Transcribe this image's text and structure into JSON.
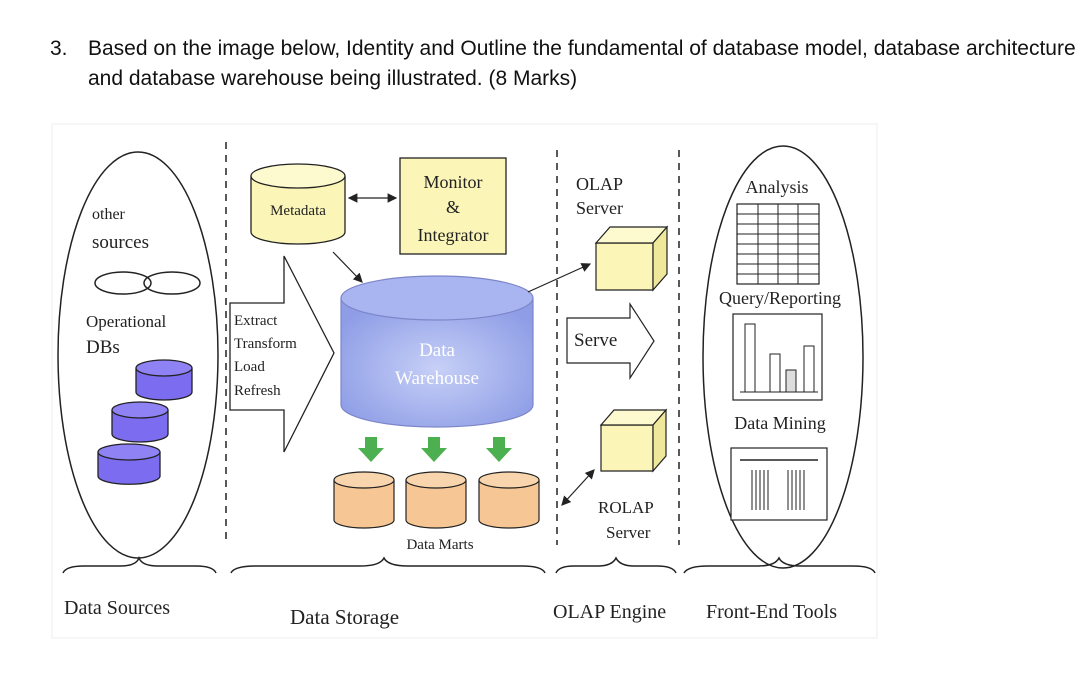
{
  "question": {
    "number": "3.",
    "text": "Based on the image below, Identity and Outline the fundamental of database model, database architecture and database warehouse being illustrated. (8 Marks)"
  },
  "diagram": {
    "sources": {
      "other_line1": "other",
      "other_line2": "sources",
      "operational_line1": "Operational",
      "operational_line2": "DBs"
    },
    "metadata": "Metadata",
    "monitor": [
      "Monitor",
      "&",
      "Integrator"
    ],
    "etl": [
      "Extract",
      "Transform",
      "Load",
      "Refresh"
    ],
    "warehouse": [
      "Data",
      "Warehouse"
    ],
    "data_marts": "Data Marts",
    "olap_server": [
      "OLAP",
      "Server"
    ],
    "serve": "Serve",
    "rolap_server": [
      "ROLAP",
      "Server"
    ],
    "front_end": {
      "analysis": "Analysis",
      "query_reporting": "Query/Reporting",
      "data_mining": "Data Mining"
    },
    "bottom_labels": {
      "data_sources": "Data Sources",
      "data_storage": "Data Storage",
      "olap_engine": "OLAP Engine",
      "front_end_tools": "Front-End Tools"
    },
    "colors": {
      "metadata_fill": "#fbf6b8",
      "monitor_fill": "#fbf6b8",
      "warehouse_fill": "#9aa8ec",
      "operational_db_fill": "#7b6cf0",
      "data_mart_fill": "#f6c794",
      "down_arrow": "#4caf50",
      "cube_fill": "#fbf6b8"
    }
  }
}
